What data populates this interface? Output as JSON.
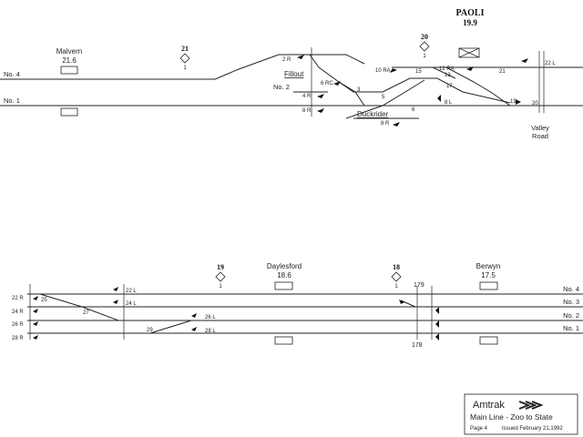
{
  "header": {
    "station": "PAOLI",
    "milepost": "19.9"
  },
  "top": {
    "tracks": [
      "No. 4",
      "No. 2",
      "No. 1"
    ],
    "stations": [
      {
        "name": "Malvern",
        "mile": "21.6"
      }
    ],
    "milepost_markers": [
      {
        "num": "21",
        "sub": "1"
      },
      {
        "num": "20",
        "sub": "1"
      }
    ],
    "interlockings": [
      "Fillout",
      "Duckrider",
      "Valley",
      "Road"
    ],
    "switch_labels": [
      "2 R",
      "6 RC",
      "4 R",
      "8 R",
      "3",
      "5",
      "6",
      "8 R",
      "10 RA",
      "15",
      "12 RA",
      "13",
      "17",
      "21",
      "22 L",
      "19",
      "20",
      "8 L"
    ]
  },
  "bottom": {
    "tracks": [
      "No. 4",
      "No. 3",
      "No. 2",
      "No. 1"
    ],
    "stations": [
      {
        "name": "Daylesford",
        "mile": "18.6"
      },
      {
        "name": "Berwyn",
        "mile": "17.5"
      }
    ],
    "milepost_markers": [
      {
        "num": "19",
        "sub": "1"
      },
      {
        "num": "18",
        "sub": "1"
      }
    ],
    "switch_labels": [
      "22 R",
      "25",
      "24 R",
      "26 R",
      "28 R",
      "22 L",
      "24 L",
      "27",
      "29",
      "26 L",
      "28 L",
      "179",
      "178"
    ]
  },
  "legend": {
    "brand": "Amtrak",
    "title": "Main Line - Zoo to State",
    "page": "Page 4",
    "issued": "Issued February 21,1992"
  },
  "colors": {
    "ink": "#222222",
    "paper": "#ffffff"
  }
}
